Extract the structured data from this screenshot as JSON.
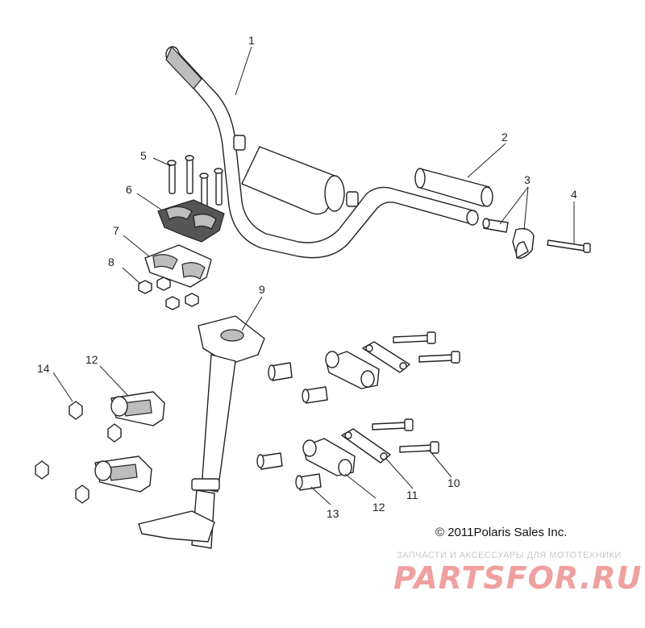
{
  "callouts": [
    {
      "id": "1",
      "label": "1"
    },
    {
      "id": "2",
      "label": "2"
    },
    {
      "id": "3",
      "label": "3"
    },
    {
      "id": "4",
      "label": "4"
    },
    {
      "id": "5",
      "label": "5"
    },
    {
      "id": "6",
      "label": "6"
    },
    {
      "id": "7",
      "label": "7"
    },
    {
      "id": "8",
      "label": "8"
    },
    {
      "id": "9",
      "label": "9"
    },
    {
      "id": "10",
      "label": "10"
    },
    {
      "id": "11",
      "label": "11"
    },
    {
      "id": "12a",
      "label": "12"
    },
    {
      "id": "12b",
      "label": "12"
    },
    {
      "id": "13",
      "label": "13"
    },
    {
      "id": "14",
      "label": "14"
    }
  ],
  "copyright": "© 2011Polaris Sales Inc.",
  "watermark": {
    "tagline": "ЗАПЧАСТИ И АКСЕССУАРЫ ДЛЯ МОТОТЕХНИКИ",
    "brand": "PARTSFOR.RU"
  }
}
